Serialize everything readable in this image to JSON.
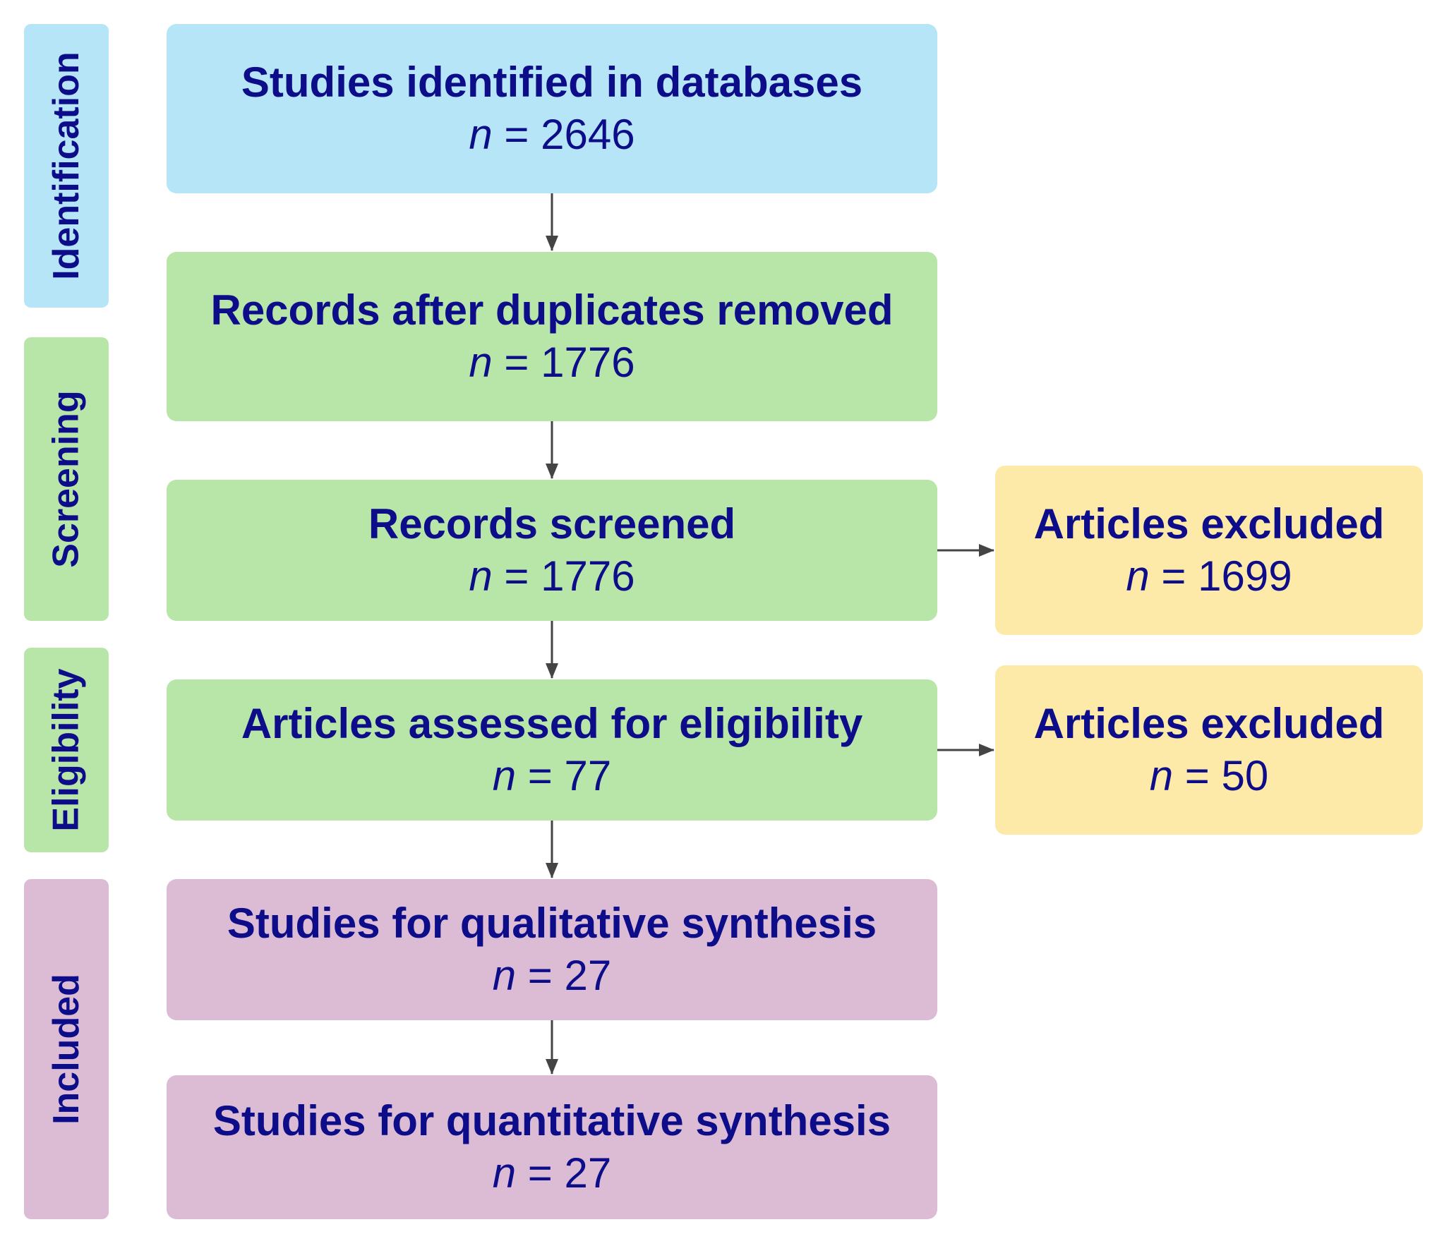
{
  "stages": [
    {
      "label": "Identification",
      "color": "#b5e5f7"
    },
    {
      "label": "Screening",
      "color": "#b8e6a8"
    },
    {
      "label": "Eligibility",
      "color": "#b8e6a8"
    },
    {
      "label": "Included",
      "color": "#dbbcd4"
    }
  ],
  "boxes": {
    "identified": {
      "title": "Studies identified in databases",
      "n_symbol": "n",
      "n_text": " = 2646"
    },
    "deduplicated": {
      "title": "Records after duplicates removed",
      "n_symbol": "n",
      "n_text": " = 1776"
    },
    "screened": {
      "title": "Records screened",
      "n_symbol": "n",
      "n_text": " = 1776"
    },
    "eligibility": {
      "title": "Articles assessed for eligibility",
      "n_symbol": "n",
      "n_text": " = 77"
    },
    "qualitative": {
      "title": "Studies for qualitative synthesis",
      "n_symbol": "n",
      "n_text": " = 27"
    },
    "quantitative": {
      "title": "Studies for quantitative synthesis",
      "n_symbol": "n",
      "n_text": " = 27"
    },
    "excluded_screening": {
      "title": "Articles excluded",
      "n_symbol": "n",
      "n_text": " = 1699"
    },
    "excluded_eligibility": {
      "title": "Articles excluded",
      "n_symbol": "n",
      "n_text": " = 50"
    }
  },
  "colors": {
    "text": "#0d0d8a",
    "identification": "#b5e5f7",
    "screening": "#b8e6a8",
    "excluded": "#fde9a8",
    "included": "#dbbcd4",
    "arrow": "#444444"
  }
}
